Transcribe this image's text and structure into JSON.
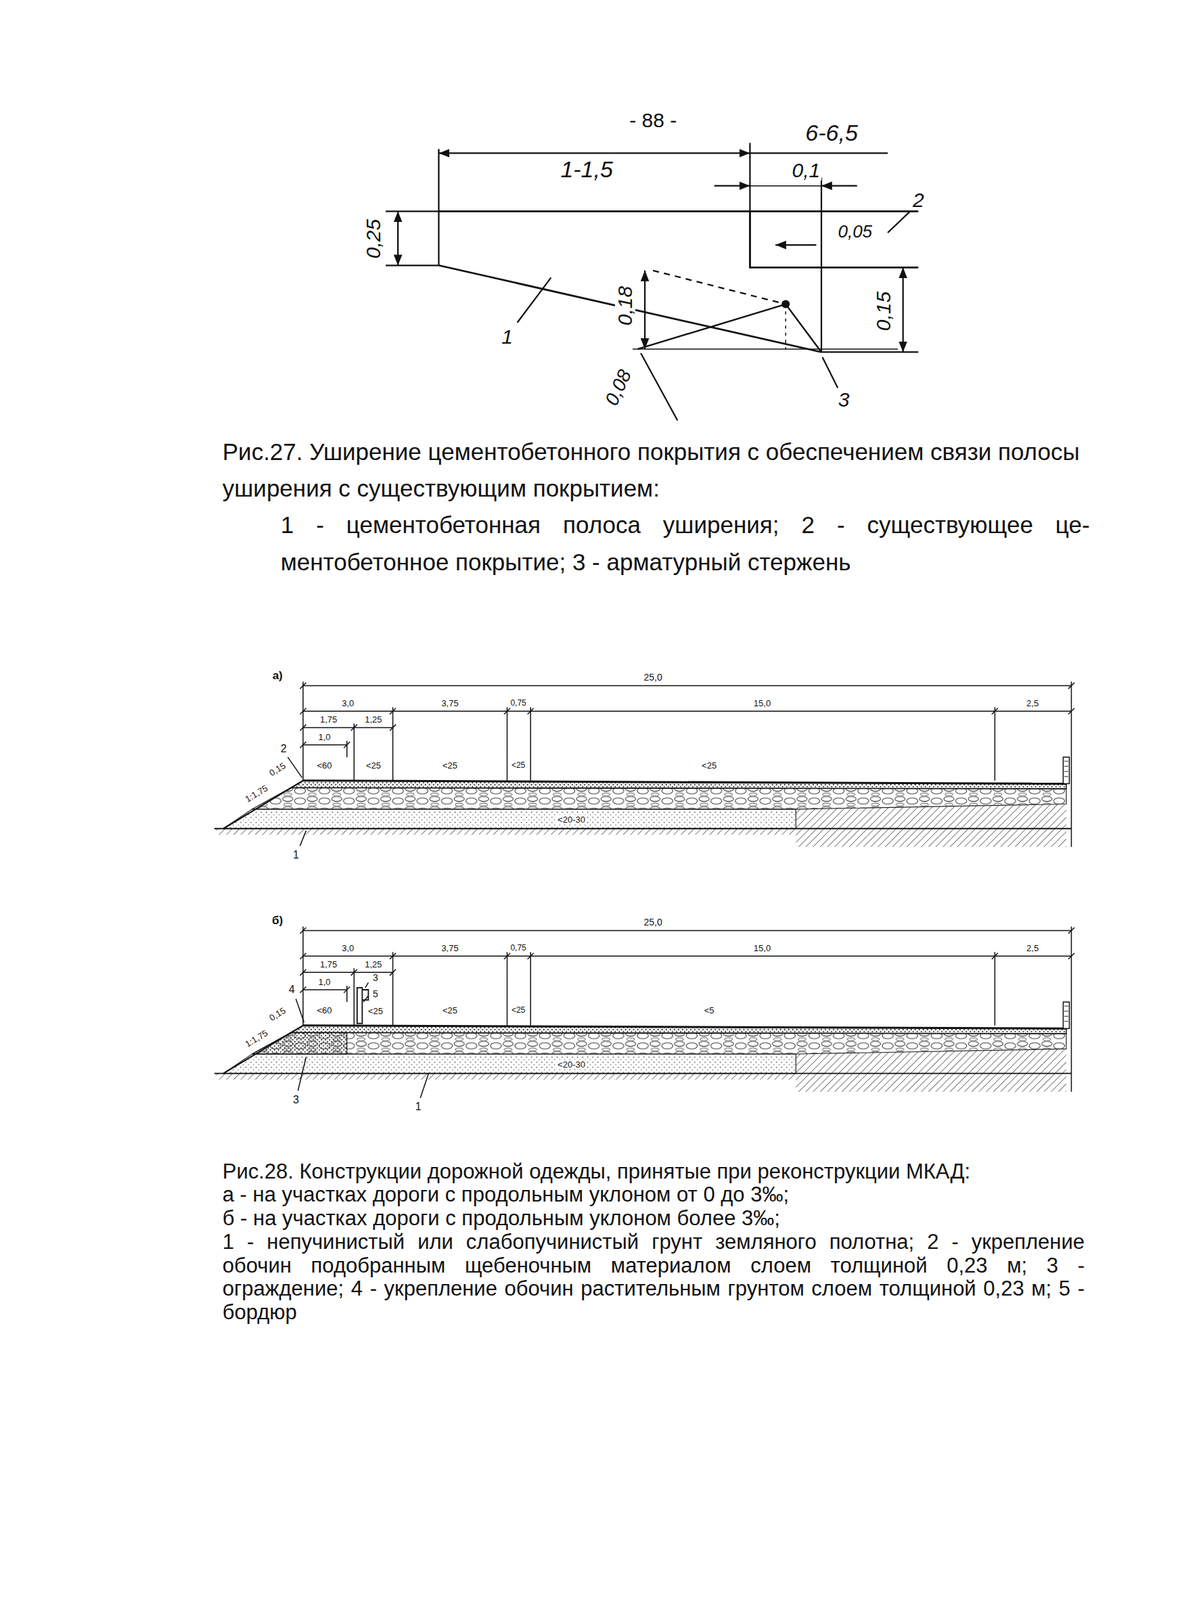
{
  "diagram": {
    "labels": [
      "- 88 -",
      "6-6,5",
      "1-1,5",
      "0,1",
      "2",
      "0,25",
      "0,05",
      "0,18",
      "0,15",
      "1",
      "0,08",
      "3",
      "Рис.27. Уширение цементобетонного покрытия с обеспечением связи полосы уширения с существующим покрытием:",
      "1 - цементобетонная полоса уширения; 2 - существующее це- ментобетонное покрытие; 3 - арматурный стержень",
      "а)",
      "25,0",
      "3,0",
      "3,75",
      "0,75",
      "15,0",
      "2,5",
      "1,75",
      "1,25",
      "1,0",
      "<60",
      "<25",
      "<25",
      "<25",
      "<25",
      "2",
      "0,15",
      "1:1,75",
      "<20-30",
      "1",
      "б)",
      "25,0",
      "3,0",
      "3,75",
      "0,75",
      "15,0",
      "2,5",
      "1,75",
      "1,25",
      "1,0",
      "3",
      "5",
      "4",
      "<60",
      "<25",
      "<25",
      "<25",
      "<5",
      "0,15",
      "1:1,75",
      "<20-30",
      "3",
      "1",
      "Рис.28. Конструкции дорожной одежды, принятые при реконструкции МКАД:",
      "а - на участках дороги с продольным уклоном от 0 до 3‰;",
      "б - на участках дороги с продольным уклоном более 3‰;",
      "1 - непучинистый или слабопучинистый грунт земляного полотна; 2 - укрепление обочин подобранным щебеночным материалом слоем толщиной 0,23 м; 3 - ограждение; 4 - укрепление обочин растительным грунтом слоем толщиной 0,23 м; 5 - бордюр"
    ]
  }
}
